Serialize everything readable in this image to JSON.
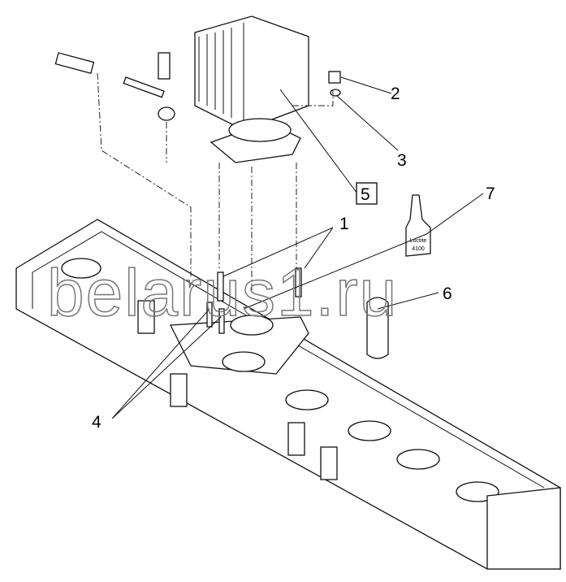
{
  "diagram": {
    "callouts": [
      "1",
      "2",
      "3",
      "4",
      "5",
      "6",
      "7"
    ],
    "bottle_text": [
      "Loctite",
      "4100"
    ],
    "watermark": "belarus1.ru",
    "colors": {
      "line": "#111111",
      "background": "#ffffff",
      "watermark": "#777777"
    }
  }
}
